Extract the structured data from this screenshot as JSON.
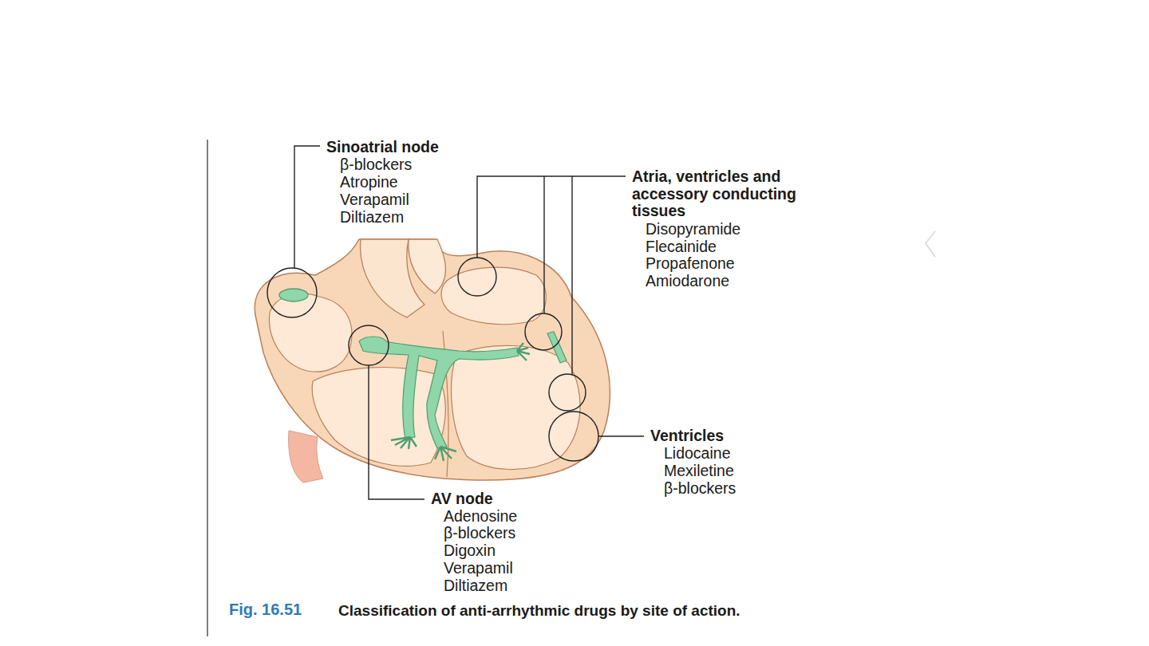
{
  "diagram": {
    "caption": "Classification of anti-arrhythmic drugs by site of action.",
    "labels": [
      "Sinoatrial node",
      "β-blockers",
      "Atropine",
      "Verapamil",
      "Diltiazem",
      "Atria, ventricles and accessory conducting tissues",
      "Disopyramide",
      "Flecainide",
      "Propafenone",
      "Amiodarone",
      "Ventricles",
      "Lidocaine",
      "Mexiletine",
      "β-blockers",
      "AV node",
      "Adenosine",
      "β-blockers",
      "Digoxin",
      "Verapamil",
      "Diltiazem",
      "Fig. 16.51"
    ]
  }
}
